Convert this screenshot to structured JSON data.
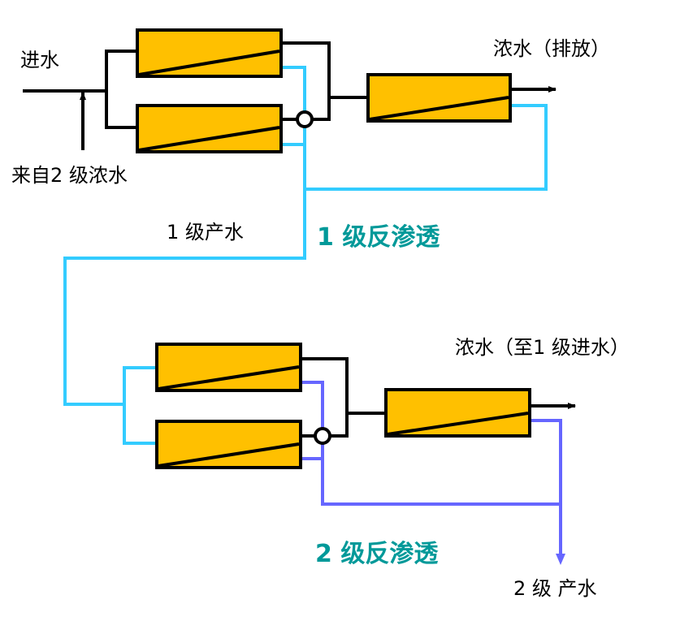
{
  "labels": {
    "feed_water": "进水",
    "from_stage2_concentrate": "来自2 级浓水",
    "concentrate_discharge": "浓水（排放）",
    "stage1_permeate": "1 级产水",
    "stage1_title": "1 级反渗透",
    "concentrate_to_stage1": "浓水（至1 级进水）",
    "stage2_title": "2 级反渗透",
    "stage2_permeate": "2 级 产水"
  },
  "colors": {
    "membrane": "#ffc000",
    "stage1_permeate_line": "#33ccff",
    "stage2_permeate_line": "#6666ff",
    "stage_title": "#009999"
  }
}
